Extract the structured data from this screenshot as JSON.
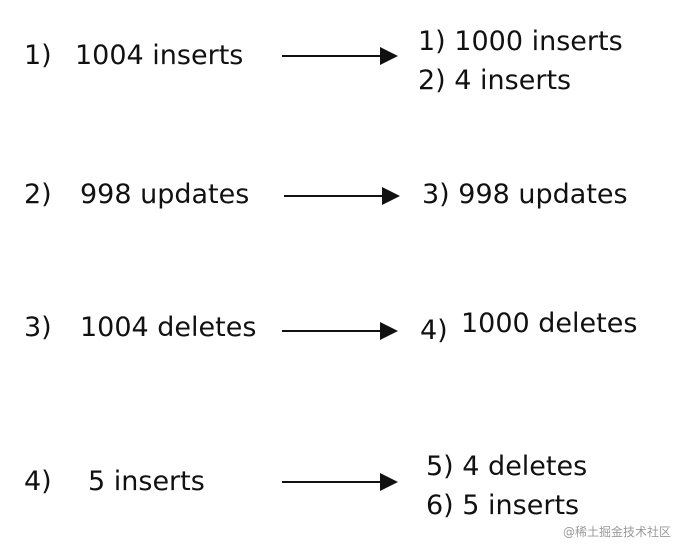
{
  "rows": [
    {
      "left_num": "1)",
      "left_label": "1004 inserts",
      "right": [
        "1) 1000 inserts",
        "2) 4 inserts"
      ]
    },
    {
      "left_num": "2)",
      "left_label": "998 updates",
      "right": [
        "3) 998 updates"
      ]
    },
    {
      "left_num": "3)",
      "left_label": "1004 deletes",
      "right_num": "4)",
      "right_label": "1000 deletes"
    },
    {
      "left_num": "4)",
      "left_label": "5 inserts",
      "right": [
        "5) 4 deletes",
        "6) 5 inserts"
      ]
    }
  ],
  "watermark": "@稀土掘金技术社区",
  "colors": {
    "text": "#111111",
    "arrow": "#111111",
    "watermark": "#9a9a9a",
    "background": "#ffffff"
  }
}
